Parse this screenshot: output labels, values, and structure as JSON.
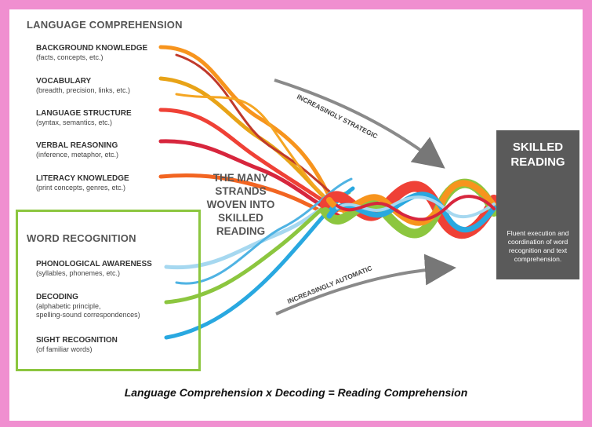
{
  "language_comprehension": {
    "title": "LANGUAGE COMPREHENSION",
    "items": [
      {
        "title": "BACKGROUND KNOWLEDGE",
        "sub": "(facts, concepts, etc.)"
      },
      {
        "title": "VOCABULARY",
        "sub": "(breadth, precision, links, etc.)"
      },
      {
        "title": "LANGUAGE STRUCTURE",
        "sub": "(syntax, semantics, etc.)"
      },
      {
        "title": "VERBAL REASONING",
        "sub": "(inference, metaphor, etc.)"
      },
      {
        "title": "LITERACY KNOWLEDGE",
        "sub": "(print concepts, genres, etc.)"
      }
    ]
  },
  "word_recognition": {
    "title": "WORD RECOGNITION",
    "items": [
      {
        "title": "PHONOLOGICAL AWARENESS",
        "sub": "(syllables, phonemes, etc.)"
      },
      {
        "title": "DECODING",
        "sub": "(alphabetic principle,",
        "sub2": "spelling-sound correspondences)"
      },
      {
        "title": "SIGHT RECOGNITION",
        "sub": "(of familiar words)"
      }
    ]
  },
  "center_label": [
    "THE MANY",
    "STRANDS",
    "WOVEN INTO",
    "SKILLED",
    "READING"
  ],
  "arrow_strategic": "INCREASINGLY STRATEGIC",
  "arrow_automatic": "INCREASINGLY AUTOMATIC",
  "skilled_reading": {
    "title_lines": [
      "SKILLED",
      "READING"
    ],
    "description": "Fluent execution and coordination of word recognition and text comprehension."
  },
  "equation": "Language Comprehension x Decoding = Reading Comprehension",
  "colors": {
    "page_border": "#f08fd0",
    "word_box_border": "#8cc63f",
    "skilled_box": "#5a5a5a",
    "strand_warm": [
      "#f7941d",
      "#e8a317",
      "#ef4136",
      "#d7263d",
      "#f26522"
    ],
    "strand_cool": [
      "#8cc63f",
      "#a6d8f0",
      "#29a8e0"
    ]
  }
}
